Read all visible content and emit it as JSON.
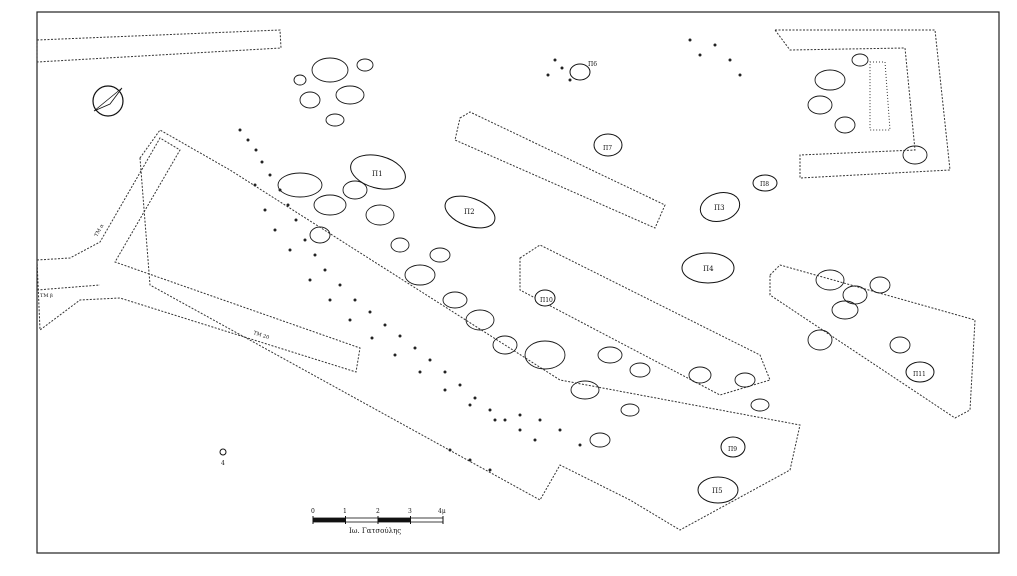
{
  "figure": {
    "frame_color": "#222222",
    "ink_color": "#1a1a1a",
    "paper_color": "#ffffff"
  },
  "north_arrow": {
    "icon": "north-arrow-icon"
  },
  "trench_labels": [
    {
      "id": "trench-a",
      "text": "ΤΜ α"
    },
    {
      "id": "trench-b",
      "text": "ΤΜ β"
    },
    {
      "id": "trench-c",
      "text": "ΤΜ 20"
    }
  ],
  "vessel_labels": [
    {
      "id": "v1",
      "text": "Π1"
    },
    {
      "id": "v2",
      "text": "Π2"
    },
    {
      "id": "v3",
      "text": "Π3"
    },
    {
      "id": "v4",
      "text": "Π4"
    },
    {
      "id": "v5",
      "text": "Π5"
    },
    {
      "id": "v6",
      "text": "Π6"
    },
    {
      "id": "v7",
      "text": "Π7"
    },
    {
      "id": "v8",
      "text": "Π8"
    },
    {
      "id": "v9",
      "text": "Π9"
    },
    {
      "id": "v10",
      "text": "Π10"
    },
    {
      "id": "v11",
      "text": "Π11"
    },
    {
      "id": "v4b",
      "text": "4"
    }
  ],
  "scale_bar": {
    "ticks": [
      "0",
      "1",
      "2",
      "3",
      "4μ"
    ],
    "credit": "Ιω. Γατσούλης"
  }
}
